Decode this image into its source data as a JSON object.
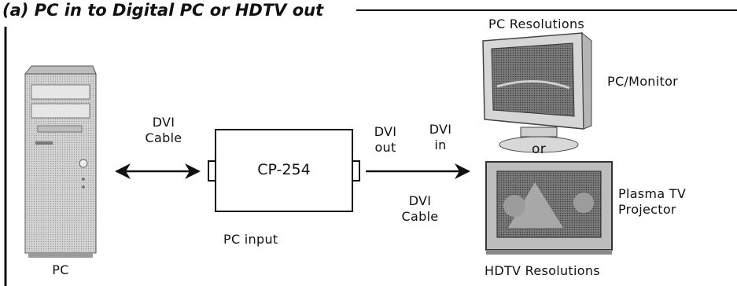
{
  "title": "(a) PC in to Digital PC or HDTV out",
  "pc": {
    "label": "PC"
  },
  "cable_left": {
    "line1": "DVI",
    "line2": "Cable"
  },
  "device": {
    "label": "CP-254",
    "input_label": "PC input"
  },
  "output": {
    "line1": "DVI",
    "line2": "out"
  },
  "input": {
    "line1": "DVI",
    "line2": "in"
  },
  "cable_right": {
    "line1": "DVI",
    "line2": "Cable"
  },
  "monitor": {
    "heading": "PC Resolutions",
    "label": "PC/Monitor"
  },
  "or_text": "or",
  "tv": {
    "label_line1": "Plasma TV",
    "label_line2": "Projector",
    "caption": "HDTV Resolutions"
  },
  "colors": {
    "ink": "#111111",
    "device_fill": "#ffffff",
    "pc_gray": "#c9c9c9",
    "screen_gray": "#8a8a8a"
  }
}
